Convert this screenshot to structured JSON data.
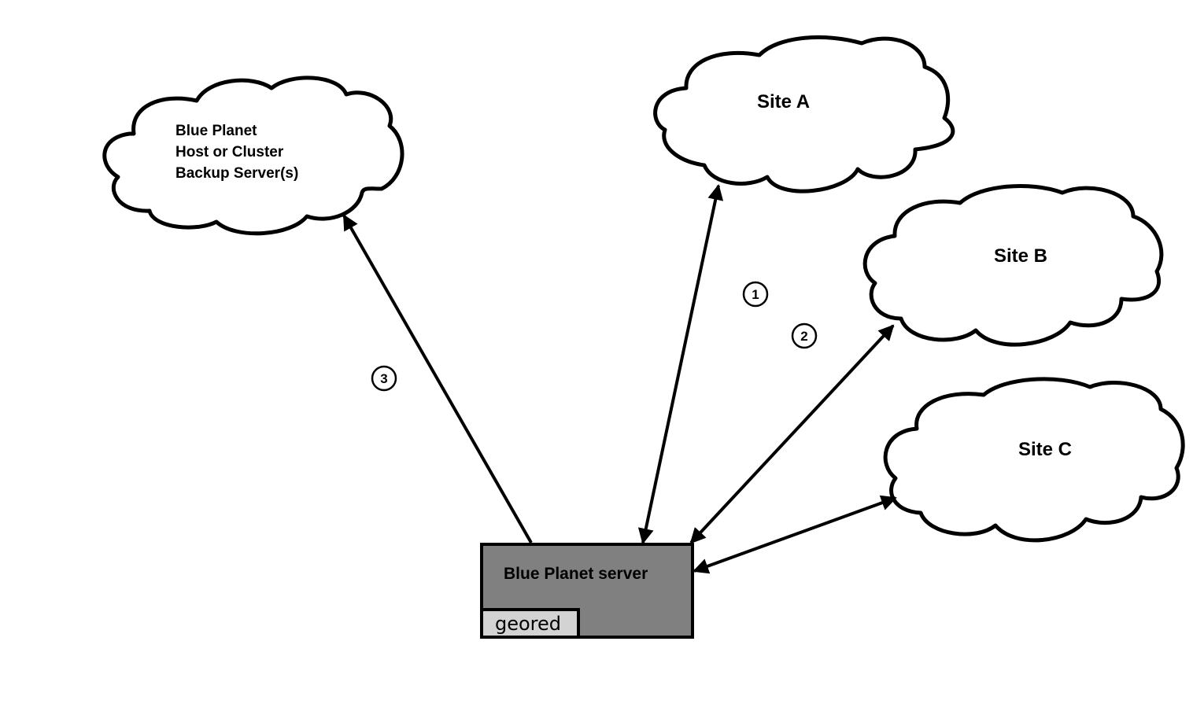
{
  "diagram": {
    "nodes": {
      "backup": {
        "lines": [
          "Blue Planet",
          "Host or Cluster",
          "Backup Server(s)"
        ]
      },
      "site_a": {
        "label": "Site A"
      },
      "site_b": {
        "label": "Site B"
      },
      "site_c": {
        "label": "Site C"
      },
      "server": {
        "label": "Blue Planet server",
        "sub_label": "geored"
      }
    },
    "markers": [
      "1",
      "2",
      "3"
    ],
    "connections": [
      {
        "from": "server",
        "to": "site_a",
        "direction": "bidirectional"
      },
      {
        "from": "server",
        "to": "site_b",
        "direction": "bidirectional"
      },
      {
        "from": "server",
        "to": "site_c",
        "direction": "bidirectional"
      },
      {
        "from": "server",
        "to": "backup",
        "direction": "to-backup"
      }
    ],
    "colors": {
      "server_fill": "#808080",
      "geored_fill": "#d3d3d3",
      "stroke": "#000000"
    }
  }
}
